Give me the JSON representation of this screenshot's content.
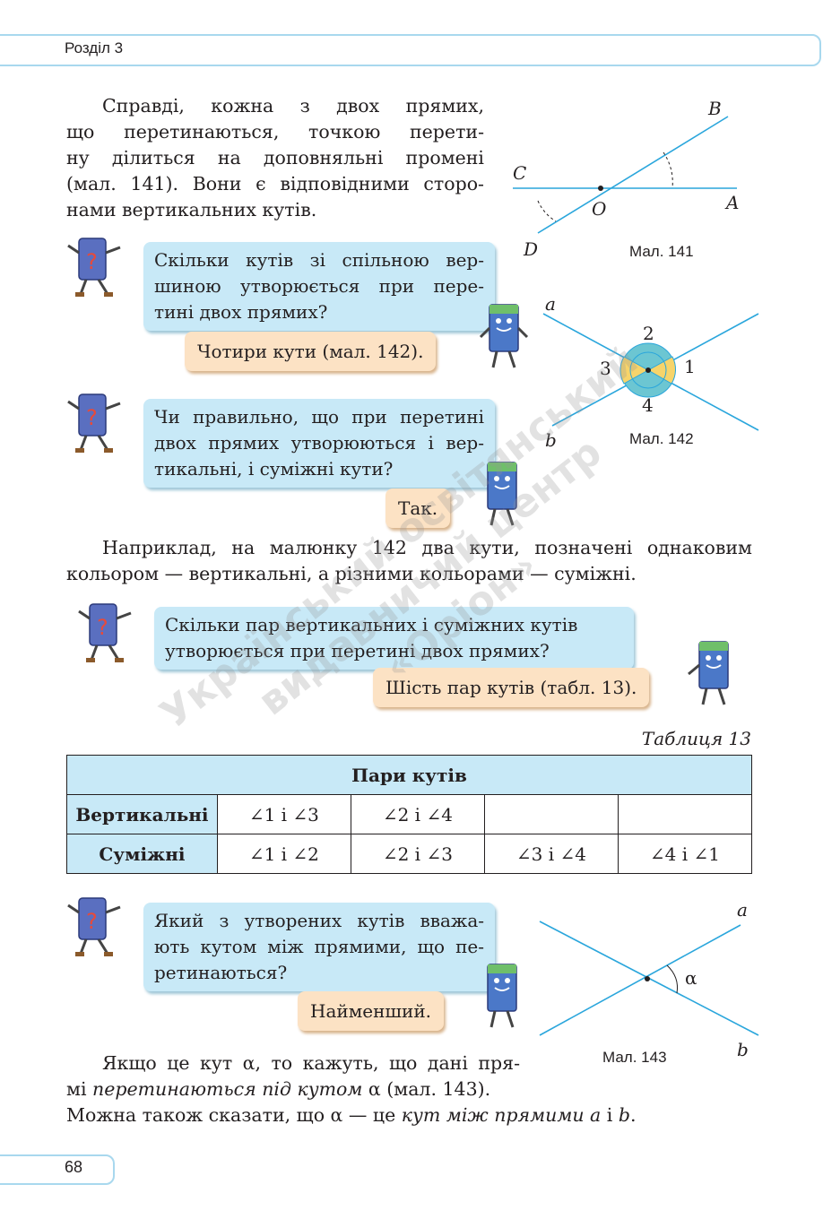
{
  "header": {
    "section": "Розділ 3"
  },
  "intro": {
    "lines": [
      "Справді, кожна з двох прямих,",
      "що перетинаються, точкою перети-",
      "ну ділиться на доповняльні промені",
      "(мал. 141). Вони є відповідними сторо-",
      "нами вертикальних кутів."
    ]
  },
  "dialog1": {
    "question": [
      "Скільки кутів зі спільною вер-",
      "шиною утворюється при пере-",
      "тині двох прямих?"
    ],
    "answer": "Чотири кути (мал. 142)."
  },
  "dialog2": {
    "question": [
      "Чи правильно, що при перетині",
      "двох прямих утворюються і вер-",
      "тикальні, і суміжні кути?"
    ],
    "answer": "Так."
  },
  "example": {
    "lines": [
      "Наприклад, на малюнку 142 два кути, позначені однаковим",
      "кольором — вертикальні, а різними кольорами — суміжні."
    ]
  },
  "dialog3": {
    "question": [
      "Скільки пар вертикальних і суміжних кутів",
      "утворюється при перетині двох прямих?"
    ],
    "answer": "Шість пар кутів (табл. 13)."
  },
  "table": {
    "title": "Таблиця 13",
    "header": "Пари кутів",
    "rows": [
      {
        "label": "Вертикальні",
        "cells": [
          "∠1 і ∠3",
          "∠2 і ∠4",
          "",
          ""
        ]
      },
      {
        "label": "Суміжні",
        "cells": [
          "∠1 і ∠2",
          "∠2 і ∠3",
          "∠3 і ∠4",
          "∠4 і ∠1"
        ]
      }
    ]
  },
  "dialog4": {
    "question": [
      "Який з утворених кутів вважа-",
      "ють кутом між прямими, що пе-",
      "ретинаються?"
    ],
    "answer": "Найменший."
  },
  "conclusion": {
    "l1": "Якщо це кут α, то кажуть, що дані пря-",
    "l2_a": "мі ",
    "l2_b": "перетинаються під кутом",
    "l2_c": " α (мал. 143).",
    "l3_a": "Можна також сказати, що α — це ",
    "l3_b": "кут між прямими a",
    "l3_c": " і ",
    "l3_d": "b",
    "l3_e": "."
  },
  "fig141": {
    "caption": "Мал. 141",
    "labels": {
      "B": "B",
      "C": "C",
      "O": "O",
      "A": "A",
      "D": "D"
    }
  },
  "fig142": {
    "caption": "Мал. 142",
    "labels": {
      "a": "a",
      "b": "b",
      "n1": "1",
      "n2": "2",
      "n3": "3",
      "n4": "4"
    }
  },
  "fig143": {
    "caption": "Мал. 143",
    "labels": {
      "a": "a",
      "b": "b",
      "alpha": "α"
    }
  },
  "watermark": {
    "l1": "Український освітянський",
    "l2": "видавничий центр",
    "l3": "«Оріон»"
  },
  "page_number": "68",
  "colors": {
    "bubble_blue": "#c8e9f7",
    "bubble_orange": "#fce2c4",
    "line_blue": "#2aa6dc",
    "angle_yellow": "#f7d46a",
    "angle_teal": "#6cc6d2"
  }
}
